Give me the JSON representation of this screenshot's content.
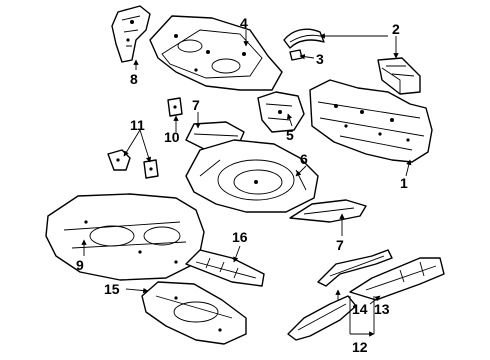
{
  "diagram": {
    "callouts": [
      "1",
      "2",
      "3",
      "4",
      "5",
      "6",
      "7",
      "7",
      "8",
      "9",
      "10",
      "11",
      "12",
      "13",
      "14",
      "15",
      "16"
    ]
  },
  "colors": {
    "ink": "#000000",
    "paper": "#ffffff"
  }
}
